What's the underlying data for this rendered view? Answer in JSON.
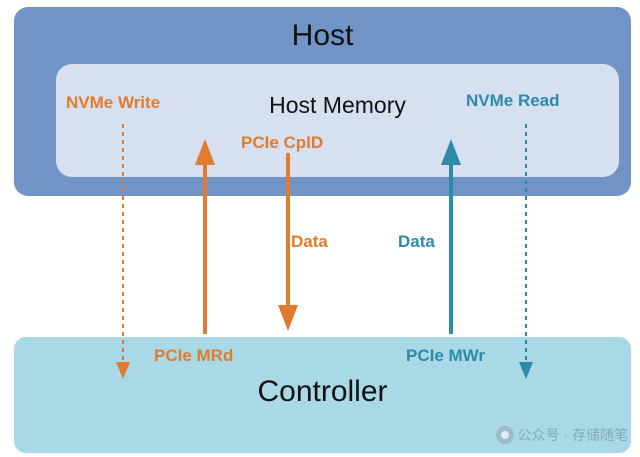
{
  "diagram": {
    "host_title": "Host",
    "host_memory_title": "Host Memory",
    "controller_title": "Controller",
    "nvme_write": "NVMe Write",
    "nvme_read": "NVMe Read",
    "pcie_cpid": "PCIe CpID",
    "data_left": "Data",
    "data_right": "Data",
    "pcie_mrd": "PCIe MRd",
    "pcie_mwr": "PCIe MWr"
  },
  "watermark": {
    "text": "公众号 · 存储随笔"
  },
  "colors": {
    "host_box": "#7194c7",
    "memory_box": "#d6e0ee",
    "controller_box": "#a9d8e6",
    "orange": "#e07b2f",
    "teal": "#2d8aa8"
  },
  "icons": {
    "wechat_logo": "wechat-icon"
  }
}
